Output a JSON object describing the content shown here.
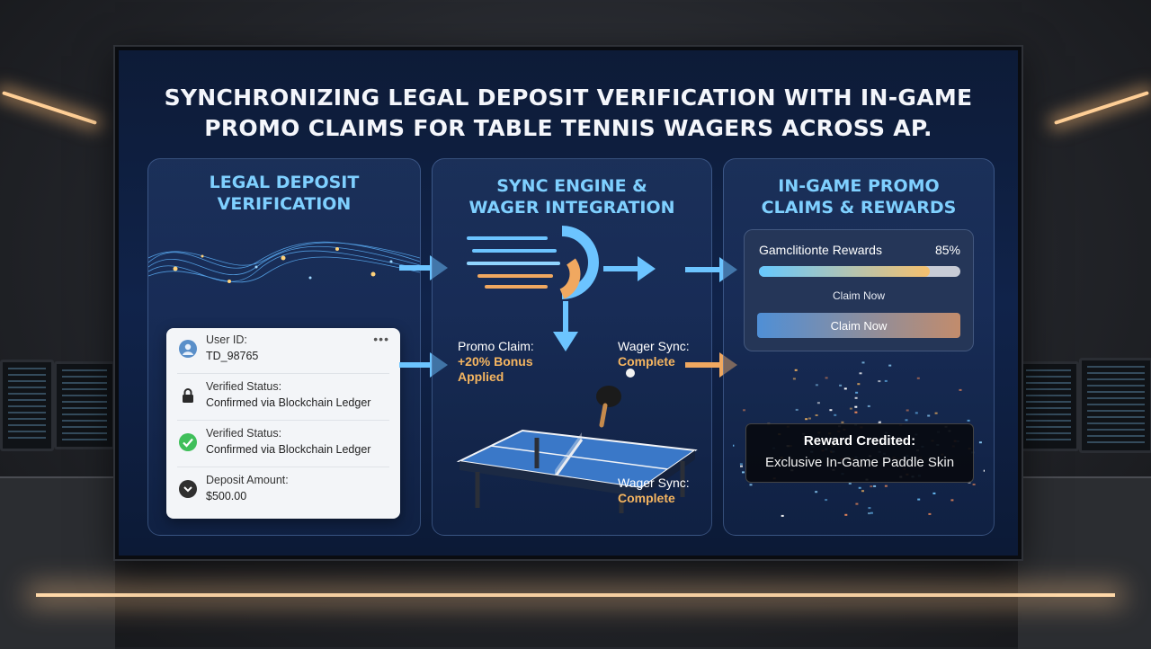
{
  "headline": {
    "line1": "SYNCHRONIZING LEGAL DEPOSIT VERIFICATION WITH IN-GAME",
    "line2": "PROMO CLAIMS FOR TABLE TENNIS WAGERS ACROSS AP."
  },
  "panels": {
    "deposit": {
      "title_line1": "LEGAL DEPOSIT",
      "title_line2": "VERIFICATION",
      "card": {
        "menu": "•••",
        "rows": [
          {
            "label": "User ID:",
            "value": "TD_98765",
            "icon": "user-icon"
          },
          {
            "label": "Verified Status:",
            "value": "Confirmed via Blockchain Ledger",
            "icon": "lock-icon"
          },
          {
            "label": "Verified Status:",
            "value": "Confirmed via Blockchain Ledger",
            "icon": "check-icon"
          },
          {
            "label": "Deposit Amount:",
            "value": "$500.00",
            "icon": "chevron-down-icon"
          }
        ]
      }
    },
    "sync": {
      "title_line1": "SYNC ENGINE &",
      "title_line2": "WAGER INTEGRATION",
      "promo_label": "Promo Claim:",
      "promo_value_line1": "+20% Bonus",
      "promo_value_line2": "Applied",
      "wager_label_top": "Wager Sync:",
      "wager_value_top": "Complete",
      "wager_label_bottom": "Wager Sync:",
      "wager_value_bottom": "Complete"
    },
    "rewards": {
      "title_line1": "IN-GAME PROMO",
      "title_line2": "CLAIMS & REWARDS",
      "widget": {
        "title": "Gamclitionte Rewards",
        "percent_label": "85%",
        "progress": 0.85,
        "claim_text": "Claim Now",
        "claim_button": "Claim Now"
      },
      "reward": {
        "line1": "Reward Credited:",
        "line2": "Exclusive In-Game Paddle Skin"
      }
    }
  },
  "colors": {
    "accent_blue": "#7fd0ff",
    "accent_gold": "#f5b560",
    "screen_bg": "#10234a"
  }
}
